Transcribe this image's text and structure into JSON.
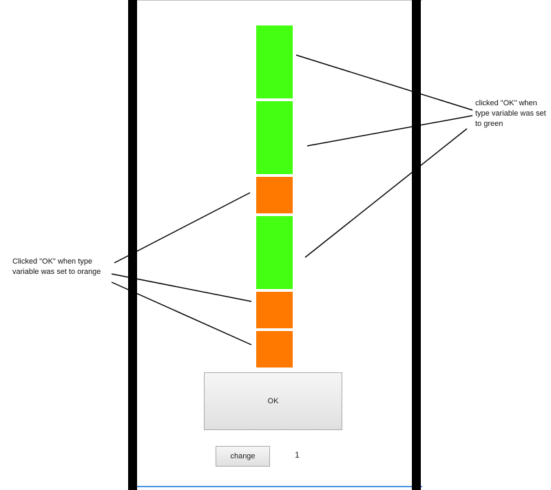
{
  "colors": {
    "green": "#44ff11",
    "orange": "#ff7800",
    "rail": "#000000"
  },
  "blocks": [
    "green",
    "green",
    "orange",
    "green",
    "orange",
    "orange"
  ],
  "buttons": {
    "ok_label": "OK",
    "change_label": "change"
  },
  "counter": "1",
  "annotations": {
    "green_note": "clicked \"OK\" when type variable was set to green",
    "orange_note": "Clicked \"OK\" when type variable was set to orange"
  }
}
